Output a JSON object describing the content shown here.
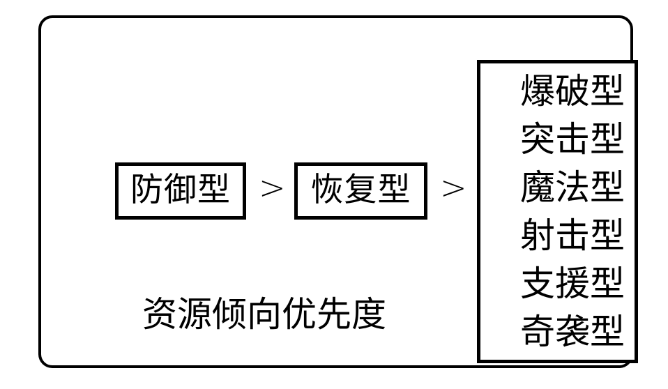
{
  "diagram": {
    "caption": "资源倾向优先度",
    "separator": ">",
    "priority_chain": [
      {
        "label": "防御型",
        "boxed": true
      },
      {
        "label": "恢复型",
        "boxed": true
      }
    ],
    "lowest_group": {
      "items": [
        "爆破型",
        "突击型",
        "魔法型",
        "射击型",
        "支援型",
        "奇袭型"
      ]
    },
    "colors": {
      "stroke": "#000000",
      "background": "#ffffff",
      "text": "#000000"
    }
  }
}
